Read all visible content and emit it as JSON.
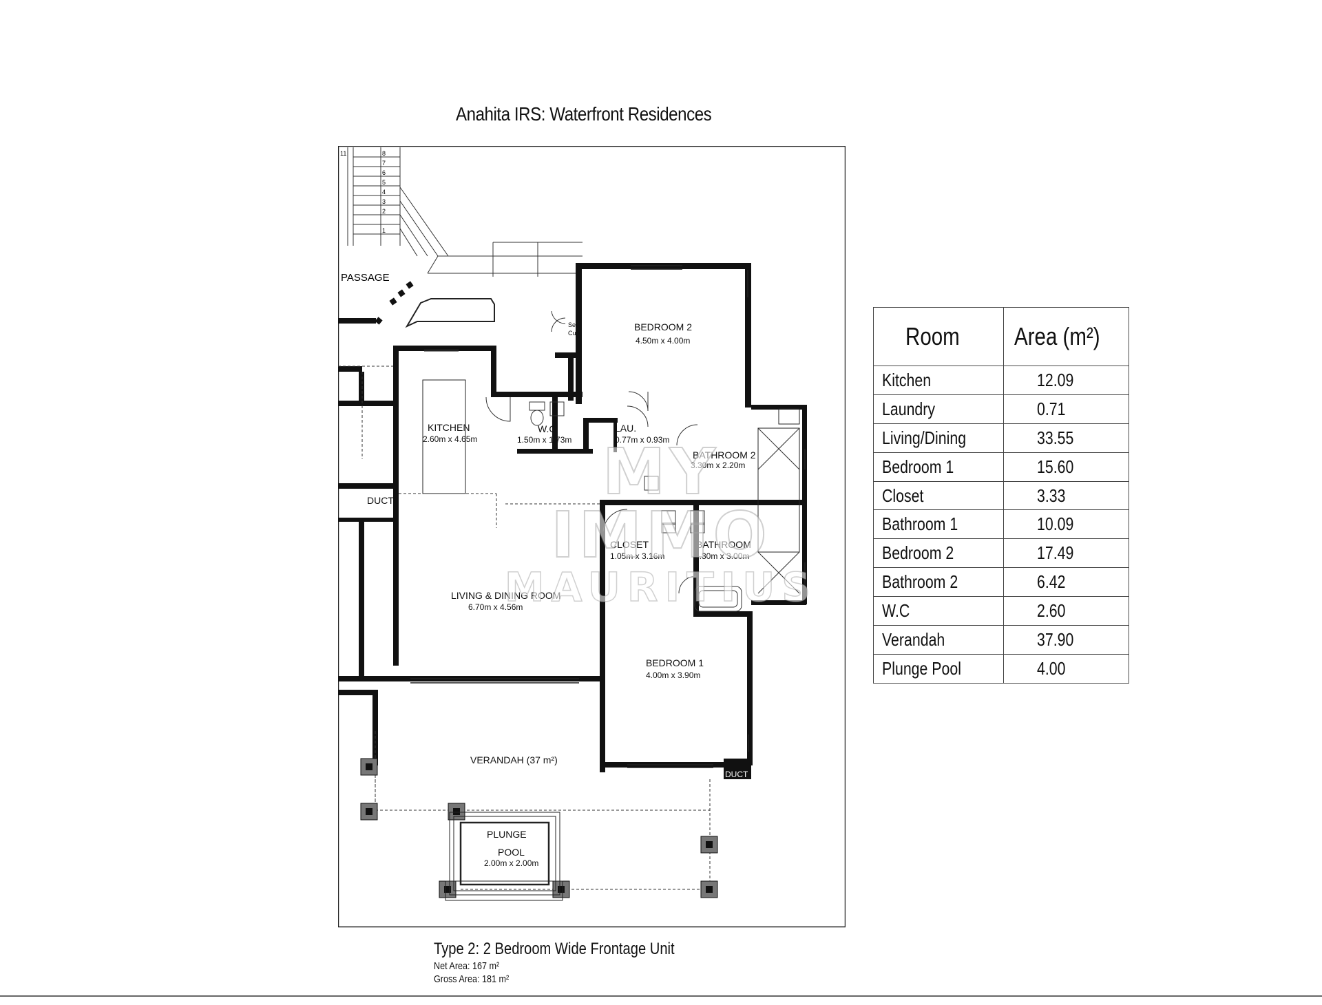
{
  "title": "Anahita IRS: Waterfront Residences",
  "plan": {
    "passage": "PASSAGE",
    "stair_steps": [
      "11",
      "8",
      "7",
      "6",
      "5",
      "4",
      "3",
      "2",
      "1"
    ],
    "ser_cup": [
      "Ser.",
      "Cup."
    ],
    "bedroom2": {
      "name": "BEDROOM 2",
      "dims": "4.50m x 4.00m"
    },
    "kitchen": {
      "name": "KITCHEN",
      "dims": "2.60m x 4.65m"
    },
    "wc": {
      "name": "W.C",
      "dims": "1.50m x 1.73m"
    },
    "lau": {
      "name": "LAU.",
      "dims": "0.77m x 0.93m"
    },
    "bathroom2": {
      "name": "BATHROOM 2",
      "dims": "3.30m x 2.20m"
    },
    "duct1": "DUCT",
    "closet": {
      "name": "CLOSET",
      "dims": "1.05m x 3.16m"
    },
    "bathroom": {
      "name": "BATHROOM",
      "dims": "3.30m x 3.00m"
    },
    "living": {
      "name": "LIVING & DINING ROOM",
      "dims": "6.70m x 4.56m"
    },
    "bedroom1": {
      "name": "BEDROOM 1",
      "dims": "4.00m x 3.90m"
    },
    "verandah": "VERANDAH (37 m²)",
    "duct2": "DUCT",
    "pool": {
      "line1": "PLUNGE",
      "line2": "POOL",
      "dims": "2.00m x 2.00m"
    }
  },
  "watermark": {
    "line1": "MY IMMO",
    "line2": "MAURITIUS"
  },
  "table": {
    "header": {
      "room": "Room",
      "area": "Area (m²)"
    },
    "rows": [
      {
        "room": "Kitchen",
        "area": "12.09"
      },
      {
        "room": "Laundry",
        "area": "0.71"
      },
      {
        "room": "Living/Dining",
        "area": "33.55"
      },
      {
        "room": "Bedroom 1",
        "area": "15.60"
      },
      {
        "room": "Closet",
        "area": "3.33"
      },
      {
        "room": "Bathroom 1",
        "area": "10.09"
      },
      {
        "room": "Bedroom 2",
        "area": "17.49"
      },
      {
        "room": "Bathroom 2",
        "area": "6.42"
      },
      {
        "room": "W.C",
        "area": "2.60"
      },
      {
        "room": "Verandah",
        "area": "37.90"
      },
      {
        "room": "Plunge Pool",
        "area": "4.00"
      }
    ]
  },
  "footer": {
    "unit": "Type 2: 2 Bedroom Wide Frontage Unit",
    "net": "Net Area: 167 m²",
    "gross": "Gross Area: 181 m²"
  }
}
